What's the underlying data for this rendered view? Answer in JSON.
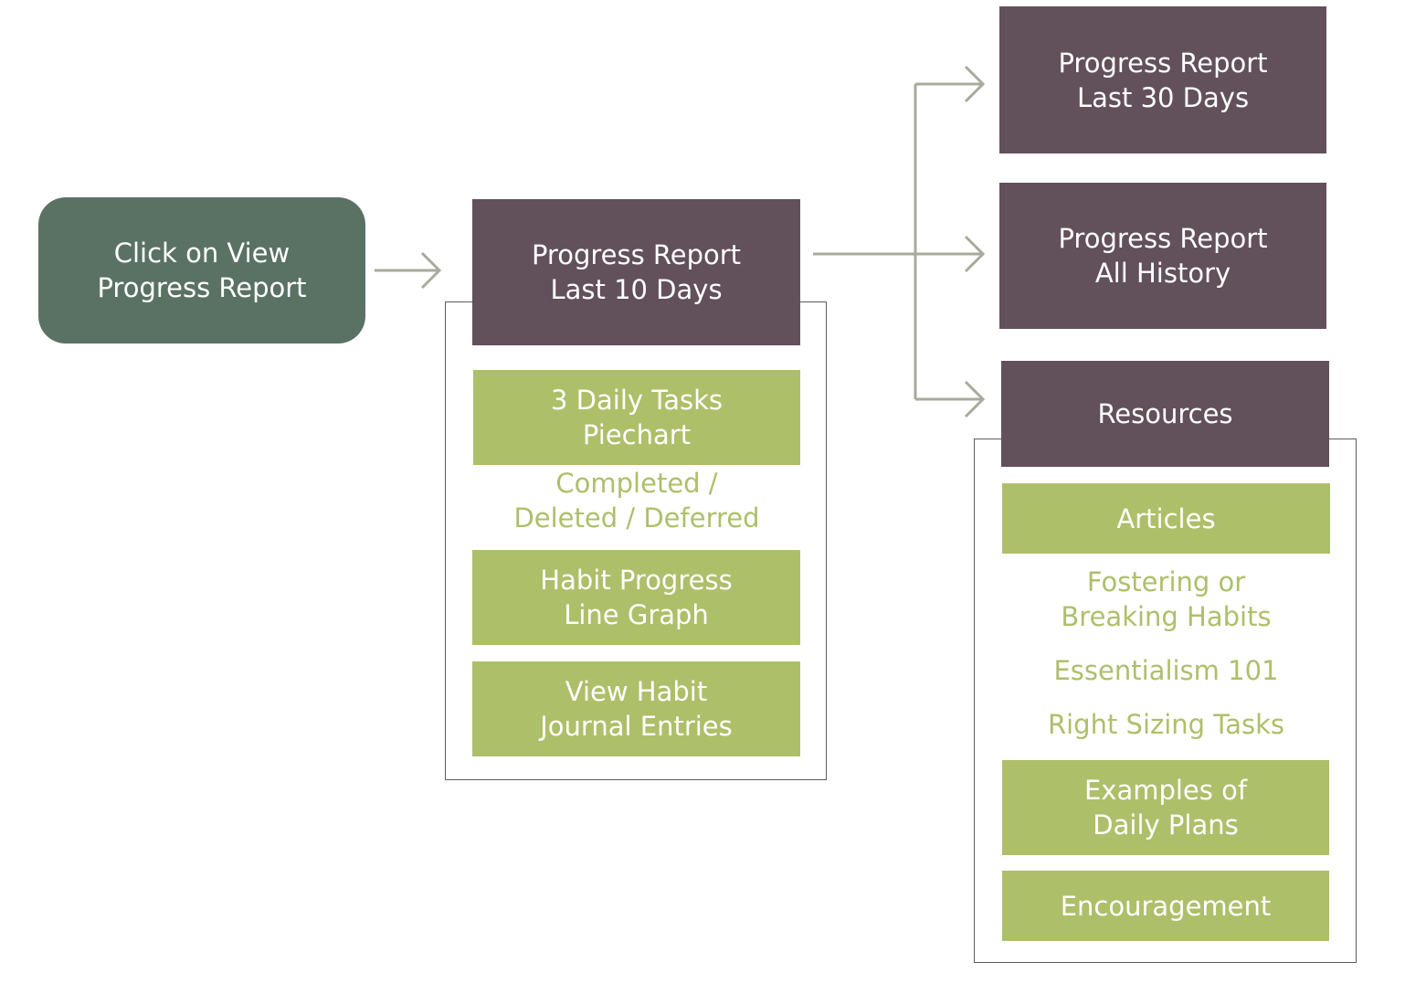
{
  "colors": {
    "start_node": "#5a7263",
    "section_header": "#62505b",
    "item_box": "#aebf6a",
    "item_text": "#aebf6a",
    "arrow": "#a8aa9c",
    "frame_border": "#5c5c5c"
  },
  "start": {
    "label": "Click on View\nProgress Report"
  },
  "ten_day": {
    "header": "Progress Report\nLast 10 Days",
    "piechart": "3 Daily Tasks\nPiechart",
    "piechart_legend": "Completed /\nDeleted  / Deferred",
    "line_graph": "Habit Progress\nLine Graph",
    "journal": "View Habit\nJournal Entries"
  },
  "thirty_day": {
    "header": "Progress Report\nLast 30 Days"
  },
  "all_history": {
    "header": "Progress Report\nAll History"
  },
  "resources": {
    "header": "Resources",
    "articles": "Articles",
    "article_items": [
      "Fostering or\nBreaking Habits",
      "Essentialism 101",
      "Right Sizing Tasks"
    ],
    "daily_plans": "Examples of\nDaily Plans",
    "encouragement": "Encouragement"
  }
}
